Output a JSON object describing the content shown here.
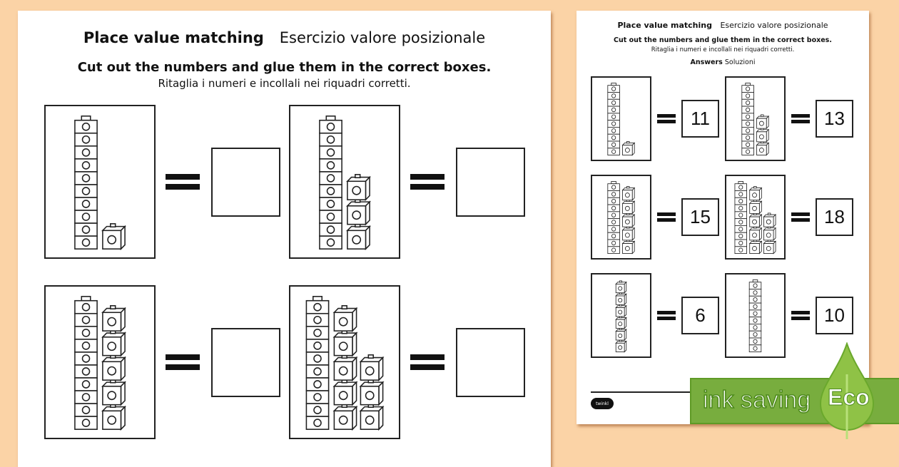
{
  "worksheet": {
    "title_en": "Place value matching",
    "title_it": "Esercizio valore posizionale",
    "instruction_en": "Cut out the numbers  and glue them in the correct boxes.",
    "instruction_it": "Ritaglia i numeri e incollali nei riquadri corretti.",
    "problems": [
      {
        "tens": 1,
        "ones": 1
      },
      {
        "tens": 1,
        "ones": 3
      },
      {
        "tens": 1,
        "ones": 5
      },
      {
        "tens": 1,
        "ones": 8
      }
    ]
  },
  "answers": {
    "title_en": "Place value matching",
    "title_it": "Esercizio valore posizionale",
    "instruction_en": "Cut out the numbers  and glue them in the correct boxes.",
    "instruction_it": "Ritaglia i numeri e incollali nei riquadri corretti.",
    "heading_en": "Answers",
    "heading_it": "Soluzioni",
    "problems": [
      {
        "tens": 1,
        "ones": 1,
        "answer": "11"
      },
      {
        "tens": 1,
        "ones": 3,
        "answer": "13"
      },
      {
        "tens": 1,
        "ones": 5,
        "answer": "15"
      },
      {
        "tens": 1,
        "ones": 8,
        "answer": "18"
      },
      {
        "tens": 0,
        "ones": 6,
        "answer": "6"
      },
      {
        "tens": 1,
        "ones": 0,
        "answer": "10"
      }
    ],
    "logo": "twinkl"
  },
  "badge": {
    "label": "ink saving",
    "eco": "Eco",
    "color": "#78ad3e"
  }
}
